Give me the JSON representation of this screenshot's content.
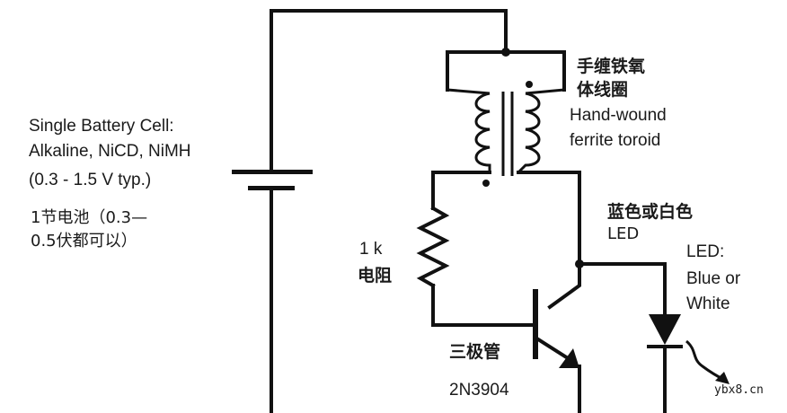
{
  "battery": {
    "label_lines": [
      "Single Battery Cell:",
      "Alkaline, NiCD, NiMH",
      "(0.3 - 1.5 V typ.)"
    ],
    "cn_lines": [
      "1节电池（0.3—",
      "0.5伏都可以）"
    ]
  },
  "toroid": {
    "cn_lines": [
      "手缠铁氧",
      "体线圈"
    ],
    "en_lines": [
      "Hand-wound",
      "ferrite toroid"
    ]
  },
  "resistor": {
    "value": "1 k",
    "cn": "电阻"
  },
  "transistor": {
    "cn": "三极管",
    "part": "2N3904"
  },
  "led": {
    "cn": "蓝色或白色",
    "cn_sub": "LED",
    "en_lines": [
      "LED:",
      "Blue or",
      "White"
    ]
  },
  "watermark": "ybx8.cn"
}
